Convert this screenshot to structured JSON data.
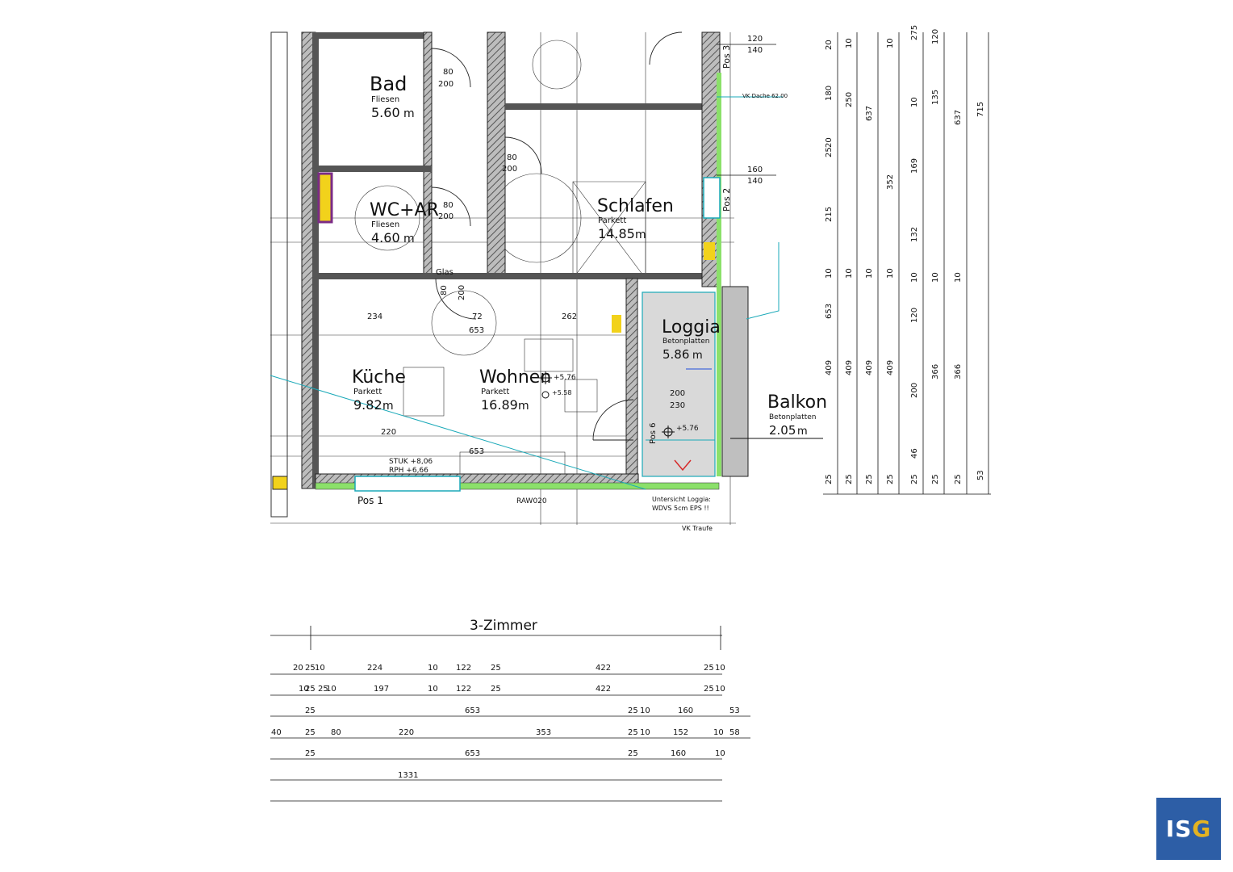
{
  "rooms": {
    "bad": {
      "name": "Bad",
      "material": "Fliesen",
      "area": "5.60",
      "unit": "m"
    },
    "wc": {
      "name": "WC+AR",
      "material": "Fliesen",
      "area": "4.60",
      "unit": "m"
    },
    "schlafen": {
      "name": "Schlafen",
      "material": "Parkett",
      "area": "14.85",
      "unit": "m"
    },
    "loggia": {
      "name": "Loggia",
      "material": "Betonplatten",
      "area": "5.86",
      "unit": "m"
    },
    "kueche": {
      "name": "Küche",
      "material": "Parkett",
      "area": "9.82",
      "unit": "m"
    },
    "wohnen": {
      "name": "Wohnen",
      "material": "Parkett",
      "area": "16.89",
      "unit": "m"
    },
    "balkon": {
      "name": "Balkon",
      "material": "Betonplatten",
      "area": "2.05",
      "unit": "m"
    }
  },
  "labels": {
    "pos1": "Pos 1",
    "pos2": "Pos 2",
    "pos3": "Pos 3",
    "pos6": "Pos 6",
    "glas": "Glas",
    "raw": "RAW020",
    "untersicht": "Untersicht Loggia:",
    "wdvs": "WDVS 5cm EPS !!",
    "traufe": "VK Traufe",
    "stuk": "STUK +8,06",
    "rph": "RPH +6,66",
    "level1": "+5.76",
    "level2": "+5.58",
    "level3": "+5.76",
    "vk_dach": "VK Dache 62.00",
    "unit_title": "3-Zimmer",
    "total_bottom": "1331"
  },
  "door_dims": {
    "bad_w": "80",
    "bad_h": "200",
    "wc_w": "80",
    "wc_h": "200",
    "sch_w": "80",
    "sch_h": "200",
    "flur_w": "80",
    "flur_h": "200",
    "log_w": "200",
    "log_h": "230",
    "win_top1": "120",
    "win_top2": "140",
    "win_mid1": "160",
    "win_mid2": "140"
  },
  "inner_dims": {
    "d1": "234",
    "d2": "72",
    "d3": "262",
    "d4": "653",
    "d5": "220",
    "d6": "653"
  },
  "right_dims": {
    "col1": [
      "20",
      "180",
      "25",
      "20",
      "215",
      "10",
      "653",
      "409",
      "25"
    ],
    "col2": [
      "10",
      "250",
      "10",
      "409",
      "25"
    ],
    "col3": [
      "637",
      "10",
      "409",
      "25"
    ],
    "col4": [
      "10",
      "352",
      "10",
      "409",
      "25"
    ],
    "col5": [
      "275",
      "10",
      "169",
      "132",
      "10",
      "120",
      "200",
      "46",
      "25"
    ],
    "col6": [
      "120",
      "135",
      "10",
      "366",
      "25"
    ],
    "col7": [
      "637",
      "10",
      "366",
      "25"
    ],
    "col8": [
      "715",
      "53"
    ]
  },
  "bottom_dims": {
    "row1": [
      "20",
      "25",
      "10",
      "224",
      "10",
      "122",
      "25",
      "422",
      "25",
      "10"
    ],
    "row2": [
      "10",
      "25",
      "25",
      "10",
      "197",
      "10",
      "122",
      "25",
      "422",
      "25",
      "10"
    ],
    "row3": [
      "25",
      "653",
      "25",
      "10",
      "160",
      "53"
    ],
    "row4": [
      "40",
      "25",
      "80",
      "220",
      "353",
      "25",
      "10",
      "152",
      "10",
      "58"
    ],
    "row5": [
      "25",
      "653",
      "25",
      "160",
      "10"
    ]
  },
  "logo": {
    "text_a": "IS",
    "text_b": "G"
  },
  "colors": {
    "wall_fill": "#9a9a9a",
    "insulation": "#8be06a",
    "loggia": "#d9d9d9",
    "logo_bg": "#2d5ea6",
    "logo_accent": "#e4b321",
    "cyan": "#1aa9b8"
  }
}
